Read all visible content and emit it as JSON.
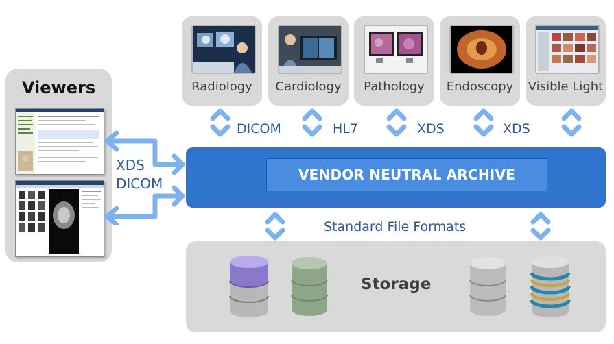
{
  "modalities": [
    {
      "label": "Radiology"
    },
    {
      "label": "Cardiology"
    },
    {
      "label": "Pathology"
    },
    {
      "label": "Endoscopy"
    },
    {
      "label": "Visible Light"
    }
  ],
  "protocols": [
    "DICOM",
    "HL7",
    "XDS",
    "XDS"
  ],
  "viewers": {
    "title": "Viewers"
  },
  "side_protocols": [
    "XDS",
    "DICOM"
  ],
  "vna": {
    "label": "VENDOR NEUTRAL ARCHIVE"
  },
  "standard_formats": "Standard File Formats",
  "storage": {
    "label": "Storage"
  },
  "colors": {
    "archive_blue": "#2f74cd",
    "connector_blue": "#7fb2ec",
    "protocol_text": "#2e5a9a",
    "panel_gray": "#d9d9d9"
  },
  "icons": [
    "up-down-arrow-icon",
    "bidirectional-arrow-icon",
    "database-cylinder-icon"
  ]
}
